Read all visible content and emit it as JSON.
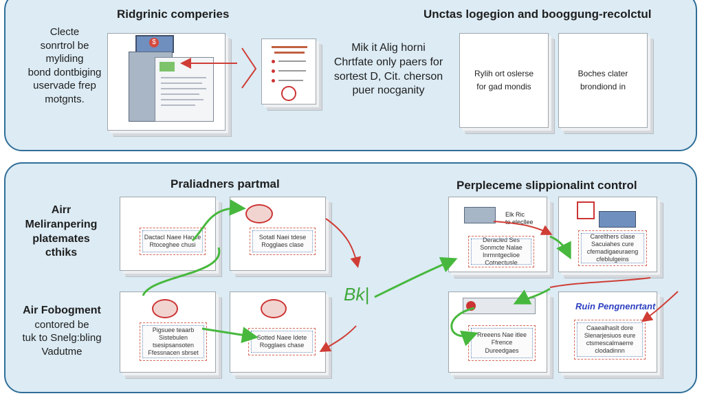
{
  "top": {
    "left_text": [
      "Clecte",
      "sonrtrol be",
      "myliding",
      "bond dontbiging",
      "uservade frep",
      "motgnts."
    ],
    "title_left": "Ridgrinic comperies",
    "title_right": "Unctas logegion and booggung-recolctul",
    "middle_text": [
      "Mik it Alig horni",
      "Chrtfate only paers for",
      "sortest D, Cit. cherson",
      "puer nocganity"
    ],
    "doc_a": [
      "Rylih ort oslerse",
      "for gad mondis"
    ],
    "doc_b": [
      "Boches clater",
      "brondiond in"
    ]
  },
  "bottom": {
    "title_left": "Praliadners partmal",
    "title_right": "Perpleceme slippionalint control",
    "side_a": [
      "Airr",
      "Meliranpering",
      "platemates",
      "cthiks"
    ],
    "side_b": [
      "Air Fobogment",
      "contored be",
      "tuk to Snelg:bling",
      "Vadutme"
    ],
    "center_label": "Bk|",
    "run_label": "Ruin Pengnenrtant",
    "card_texts": {
      "c1": [
        "Dactacl Naee Hance",
        "Rtoceghee chusi"
      ],
      "c2": [
        "Sotatl Naei tdese",
        "Rogglaes clase"
      ],
      "c3": [
        "Pigsuee teaarb",
        "Sistebulen",
        "tsesipsansoten",
        "Ffessnacen sbrset"
      ],
      "c4": [
        "Sotted Naee Idete",
        "Rogglaes chase"
      ],
      "c5": [
        "Deracled Ses",
        "Sonmcte Nalae",
        "Inrmntgeclioe",
        "Cotnectusle"
      ],
      "c6": [
        "Carelthers clase",
        "Sacuiahes cure",
        "cfemadigaeuraeng",
        "cfeblulgeins"
      ],
      "c7": [
        "Rreeens Nae itlee",
        "Ffrence",
        "Dureedgaes"
      ],
      "c8": [
        "Caaealhaslt dore",
        "Slenarjesiuos eure",
        "ctsmescalmaerre",
        "clodadinnn"
      ],
      "c5_tag": [
        "Elk Ric",
        "to elecllee"
      ]
    }
  },
  "colors": {
    "panel": "#dcebf4",
    "border": "#2f6e98",
    "green": "#47b83d",
    "red": "#cf3d35",
    "blue": "#2b3fc0"
  }
}
